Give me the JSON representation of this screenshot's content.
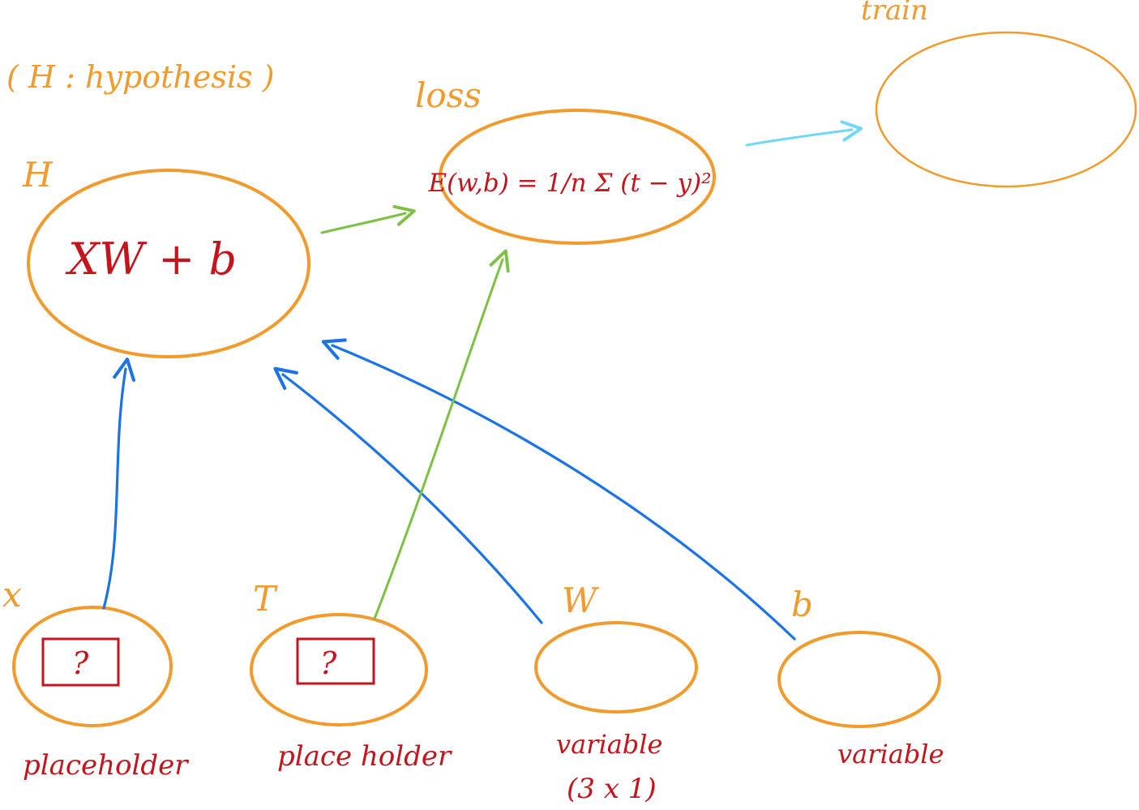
{
  "annotation": "( H : hypothesis )",
  "nodes": {
    "hypothesis": {
      "label": "H",
      "content": "XW + b"
    },
    "loss": {
      "label": "loss",
      "content": "E(w,b) = 1/n Σ (t − y)²"
    },
    "train": {
      "label": "train"
    },
    "x": {
      "label": "x",
      "symbol": "?",
      "type": "placeholder"
    },
    "t": {
      "label": "T",
      "symbol": "?",
      "type": "place holder"
    },
    "w": {
      "label": "W",
      "type": "variable",
      "shape": "(3 x 1)"
    },
    "b": {
      "label": "b",
      "type": "variable"
    }
  },
  "colors": {
    "node": "#F29A2B",
    "text": "#C5141B",
    "input_edge": "#1A73E8",
    "loss_edge": "#7CC242",
    "train_edge": "#6FD7F7"
  }
}
